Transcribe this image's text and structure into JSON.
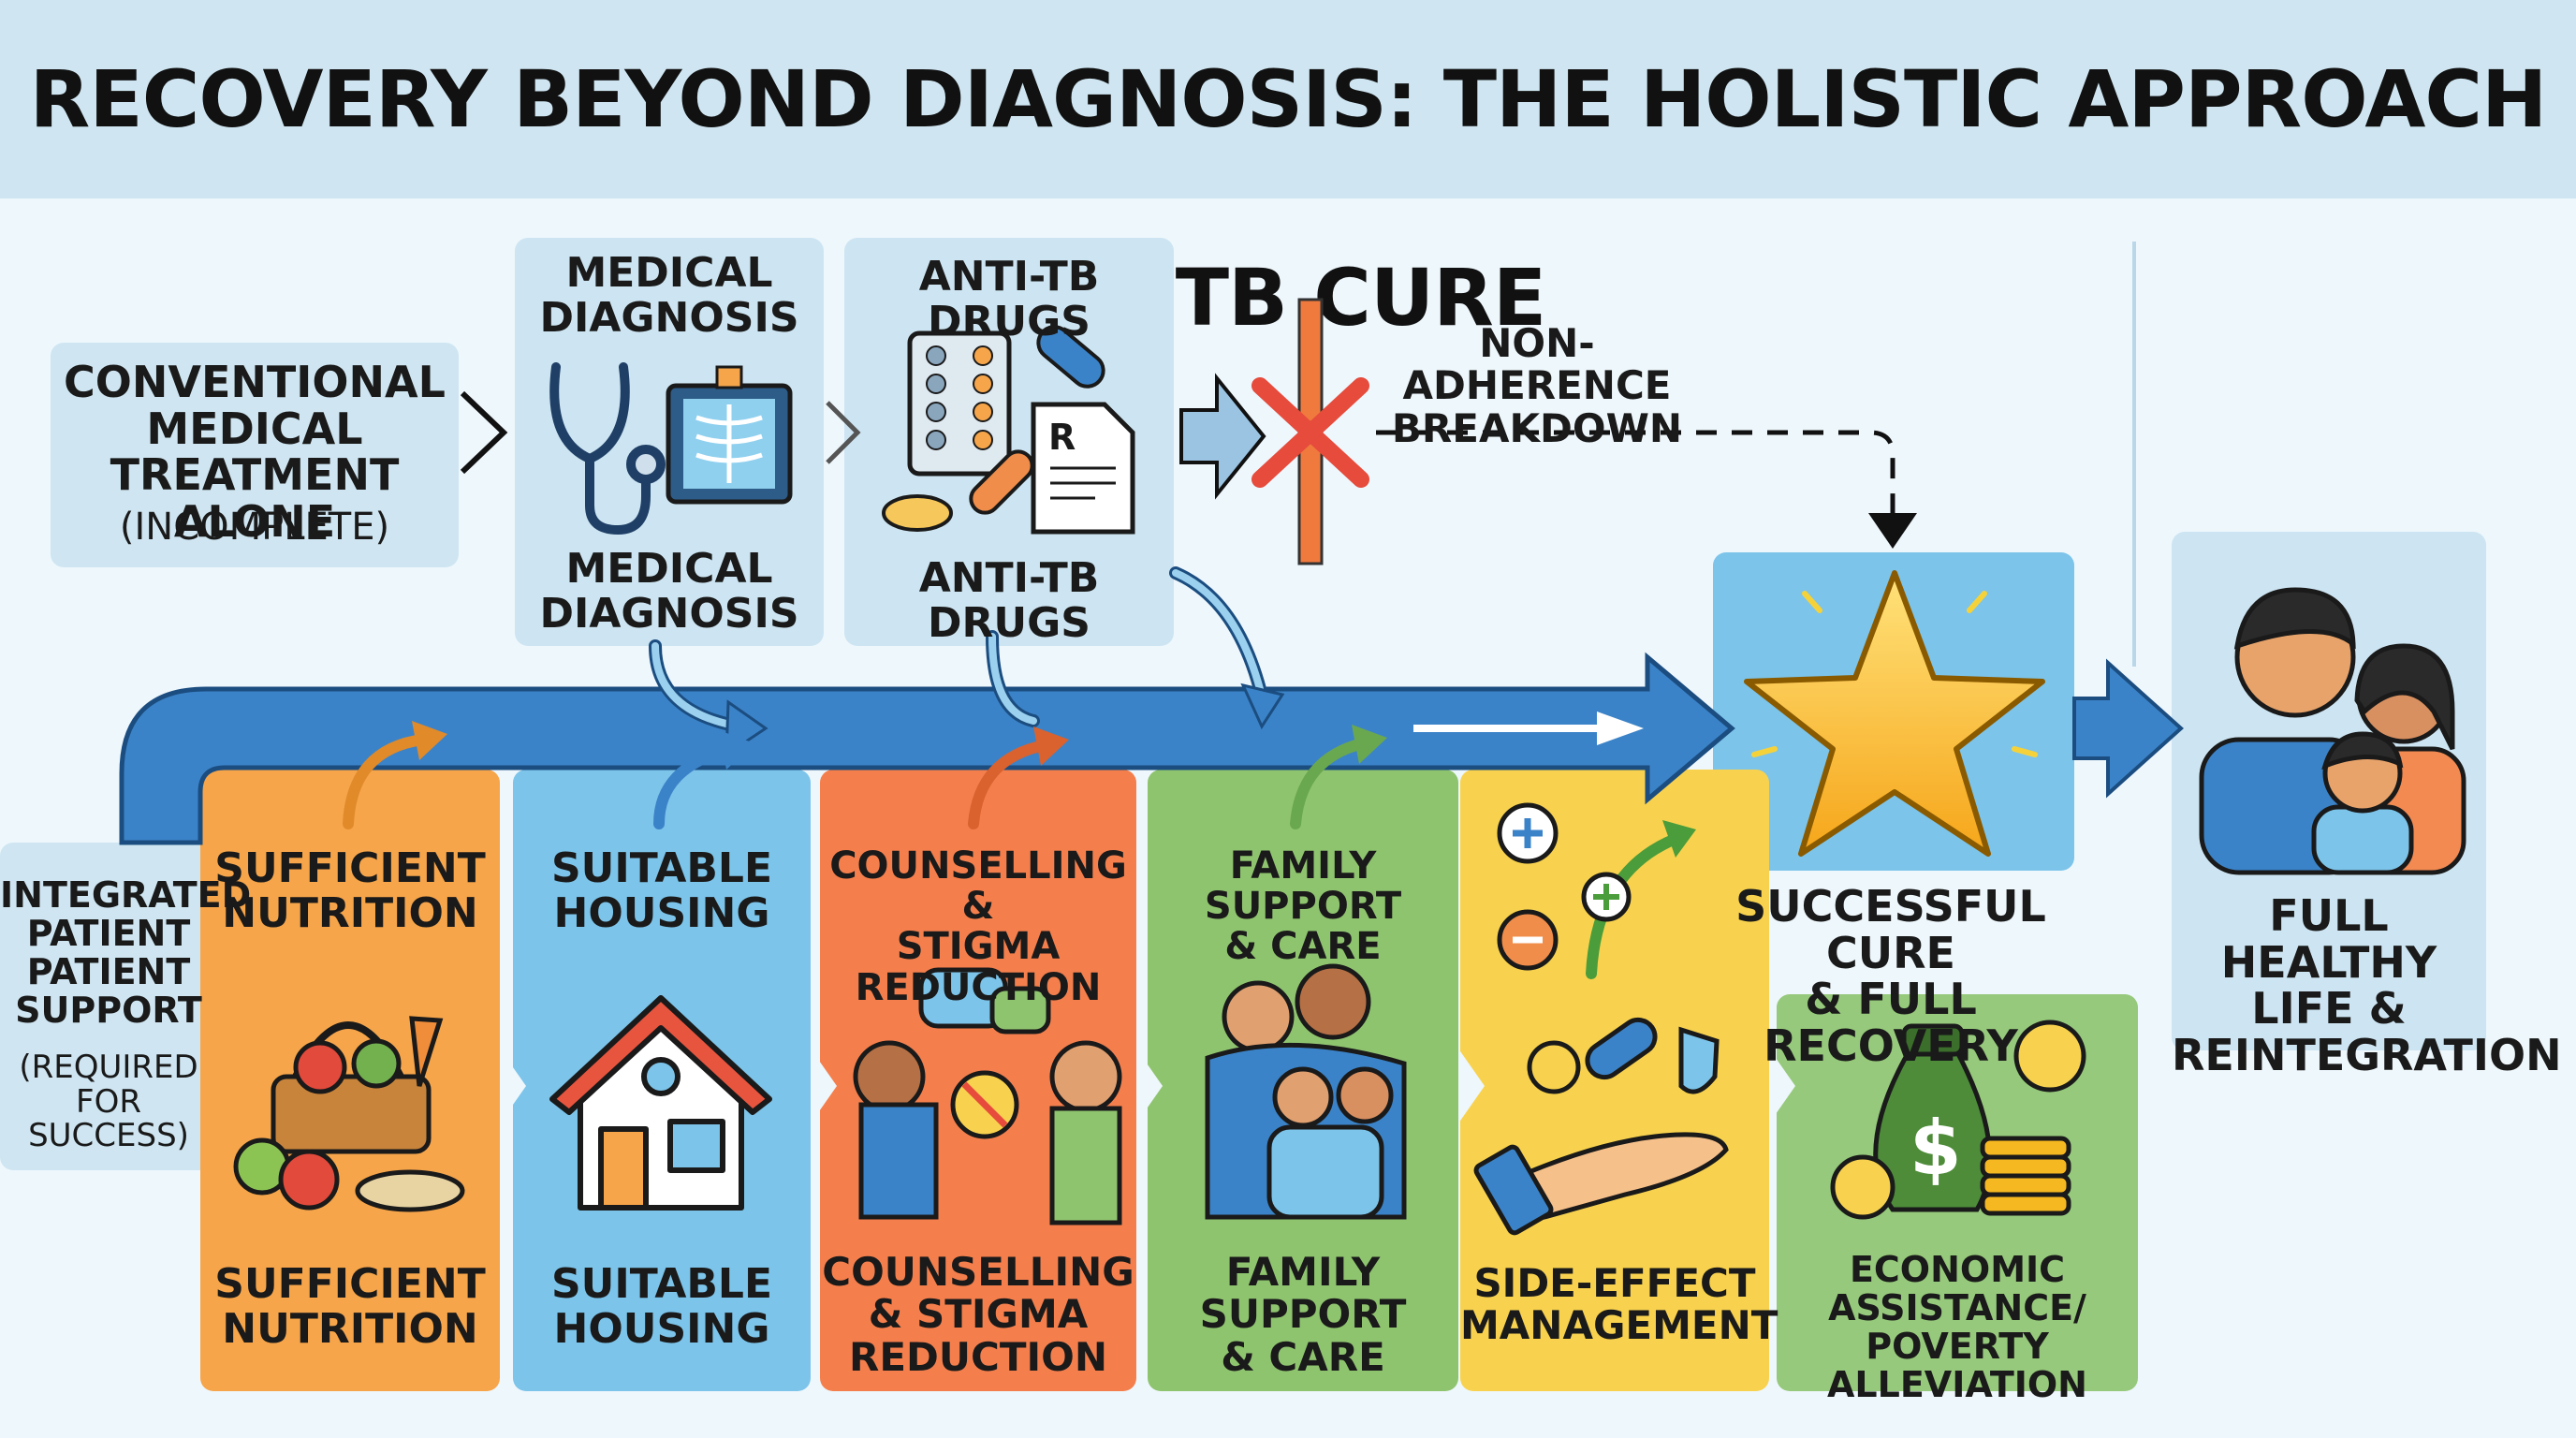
{
  "title": "RECOVERY BEYOND DIAGNOSIS: THE HOLISTIC APPROACH TO TB CURE",
  "conventional": {
    "label": "CONVENTIONAL\nMEDICAL\nTREATMENT ALONE",
    "note": "(INCOMPLETE)"
  },
  "diagnosis": {
    "top": "MEDICAL\nDIAGNOSIS",
    "bottom": "MEDICAL\nDIAGNOSIS"
  },
  "drugs": {
    "top": "ANTI-TB DRUGS",
    "bottom": "ANTI-TB DRUGS"
  },
  "breakdown": {
    "label": "NON-ADHERENCE\nBREAKDOWN"
  },
  "cure": {
    "label": "SUCCESSFUL CURE\n& FULL RECOVERY"
  },
  "outcome": {
    "label": "FULL HEALTHY\nLIFE &\nREINTEGRATION"
  },
  "integrated": {
    "title": "INTEGRATED\nPATIENT\nPATIENT\nSUPPORT",
    "note": "(REQUIRED\nFOR\nSUCCESS)"
  },
  "supports": [
    {
      "top": "SUFFICIENT\nNUTRITION",
      "bottom": "SUFFICIENT\nNUTRITION",
      "color": "#f6a54a"
    },
    {
      "top": "SUITABLE\nHOUSING",
      "bottom": "SUITABLE\nHOUSING",
      "color": "#7cc4ea"
    },
    {
      "top": "COUNSELLING &\nSTIGMA REDUCTION",
      "bottom": "COUNSELLING\n& STIGMA\nREDUCTION",
      "color": "#f47f4d"
    },
    {
      "top": "FAMILY SUPPORT\n& CARE",
      "bottom": "FAMILY\nSUPPORT\n& CARE",
      "color": "#8fc46f"
    },
    {
      "top": "",
      "bottom": "SIDE-EFFECT\nMANAGEMENT",
      "color": "#f8d24e"
    },
    {
      "top": "",
      "bottom": "ECONOMIC\nASSISTANCE/\nPOVERTY ALLEVIATION",
      "color": "#96c97b"
    }
  ],
  "icons": {
    "diagnosis": [
      "stethoscope-icon",
      "xray-icon"
    ],
    "drugs": [
      "pill-tray-icon",
      "capsule-icon",
      "prescription-icon"
    ],
    "breakdown": "red-x-icon",
    "cure": "star-icon",
    "outcome": "family-icon",
    "supports": [
      "food-basket-icon",
      "house-icon",
      "counselling-icon",
      "family-hug-icon",
      "hand-medicine-icon",
      "money-bag-icon"
    ]
  },
  "colors": {
    "flow_blue": "#3b83c8",
    "breakdown_red": "#e64b3c",
    "star_gold": "#f6b820",
    "title_bg": "#cfe6f2"
  }
}
